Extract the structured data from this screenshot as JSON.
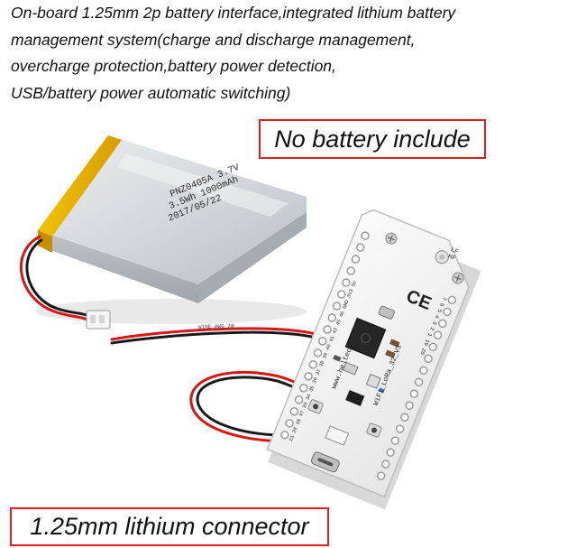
{
  "description_lines": [
    "On-board 1.25mm 2p battery interface,integrated lithium battery",
    "management system(charge and discharge management,",
    "overcharge protection,battery power detection,",
    "USB/battery power automatic switching)"
  ],
  "callouts": {
    "no_battery": "No battery include",
    "connector": "1.25mm lithium connector"
  },
  "battery_label": {
    "line1": "PNZ0405A  3.7V",
    "line2": "3.5Wh  1000mAh",
    "line3": "2017/05/22"
  },
  "board_silkscreen": {
    "name": "WiFi_LoRa_32_V3",
    "brand": "www.heltec.cn",
    "pins_left": "21 26 48 47 33 34 35 36 37 38 39 40 41 42 45 46 GND 3V3 5V",
    "pins_right": "7 6 5 4 3 2 1 19 20",
    "corner_labels": [
      "LF",
      "HF"
    ]
  },
  "colors": {
    "callout_border": "#e02020",
    "battery_tape": "#e8b800",
    "battery_body": "#d9dbde",
    "board": "#f4f4f4",
    "wire_red": "#d41818",
    "wire_black": "#1a1a1a"
  }
}
